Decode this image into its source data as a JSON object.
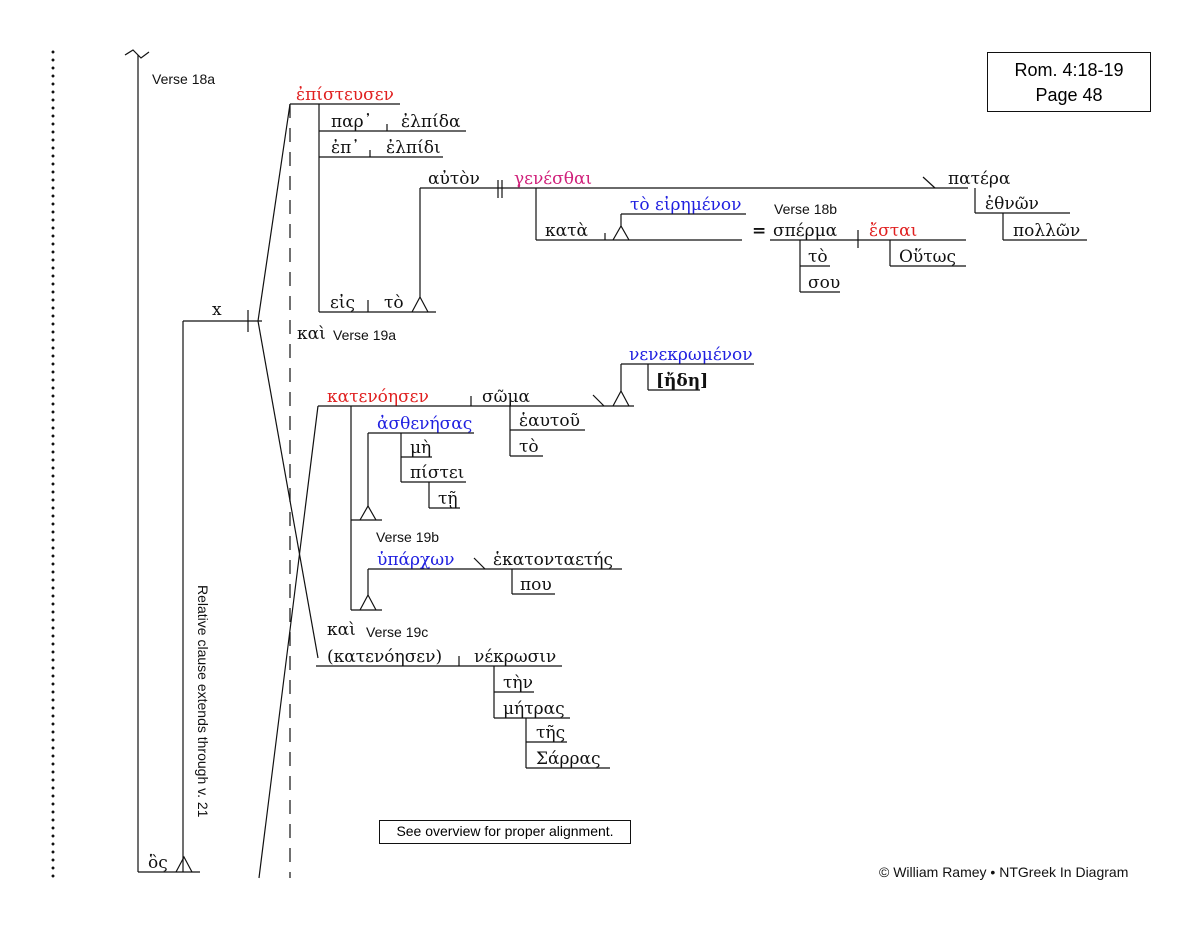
{
  "reference": {
    "line1": "Rom. 4:18-19",
    "line2": "Page 48"
  },
  "verse_labels": {
    "v18a": "Verse 18a",
    "v18b": "Verse 18b",
    "v19a": "Verse 19a",
    "v19b": "Verse 19b",
    "v19c": "Verse 19c"
  },
  "words": {
    "episteusen": "ἐπίστευσεν",
    "par": "παρ᾽",
    "elpida": "ἐλπίδα",
    "ep": "ἐπ᾽",
    "elpidi": "ἐλπίδι",
    "eis": "εἰς",
    "to_art1": "τὸ",
    "auton": "αὐτὸν",
    "genesthai": "γενέσθαι",
    "patera": "πατέρα",
    "ethnon": "ἐθνῶν",
    "pollon": "πολλῶν",
    "to_eiremenon": "τὸ εἰρημένον",
    "kata": "κατὰ",
    "equals": "=",
    "sperma": "σπέρμα",
    "estai": "ἔσται",
    "to_art2": "τὸ",
    "sou": "σου",
    "houtos": "Οὕτως",
    "x_mark": "x",
    "kai1": "καὶ",
    "nenekromenon": "νενεκρωμένον",
    "ede": "[ἤδη]",
    "katenoesen": "κατενόησεν",
    "soma": "σῶμα",
    "heautou": "ἑαυτοῦ",
    "to_art3": "τὸ",
    "asthenesas": "ἀσθενήσας",
    "me": "μὴ",
    "pistei": "πίστει",
    "te": "τῇ",
    "hyparchon": "ὑπάρχων",
    "hekatontaetes": "ἑκατονταετής",
    "pou": "που",
    "kai2": "καὶ",
    "katenoesen_paren": "(κατενόησεν)",
    "nekrosin": "νέκρωσιν",
    "ten": "τὴν",
    "metras": "μήτρας",
    "tes": "τῆς",
    "sarras": "Σάρρας",
    "hos": "ὃς"
  },
  "notes": {
    "relative_clause": "Relative clause extends through v. 21",
    "overview": "See overview for proper alignment.",
    "copyright": "© William Ramey • NTGreek In Diagram"
  },
  "colors": {
    "verb": "#e02020",
    "participle": "#2020e0",
    "infinitive": "#d0207a",
    "ink": "#111111"
  }
}
